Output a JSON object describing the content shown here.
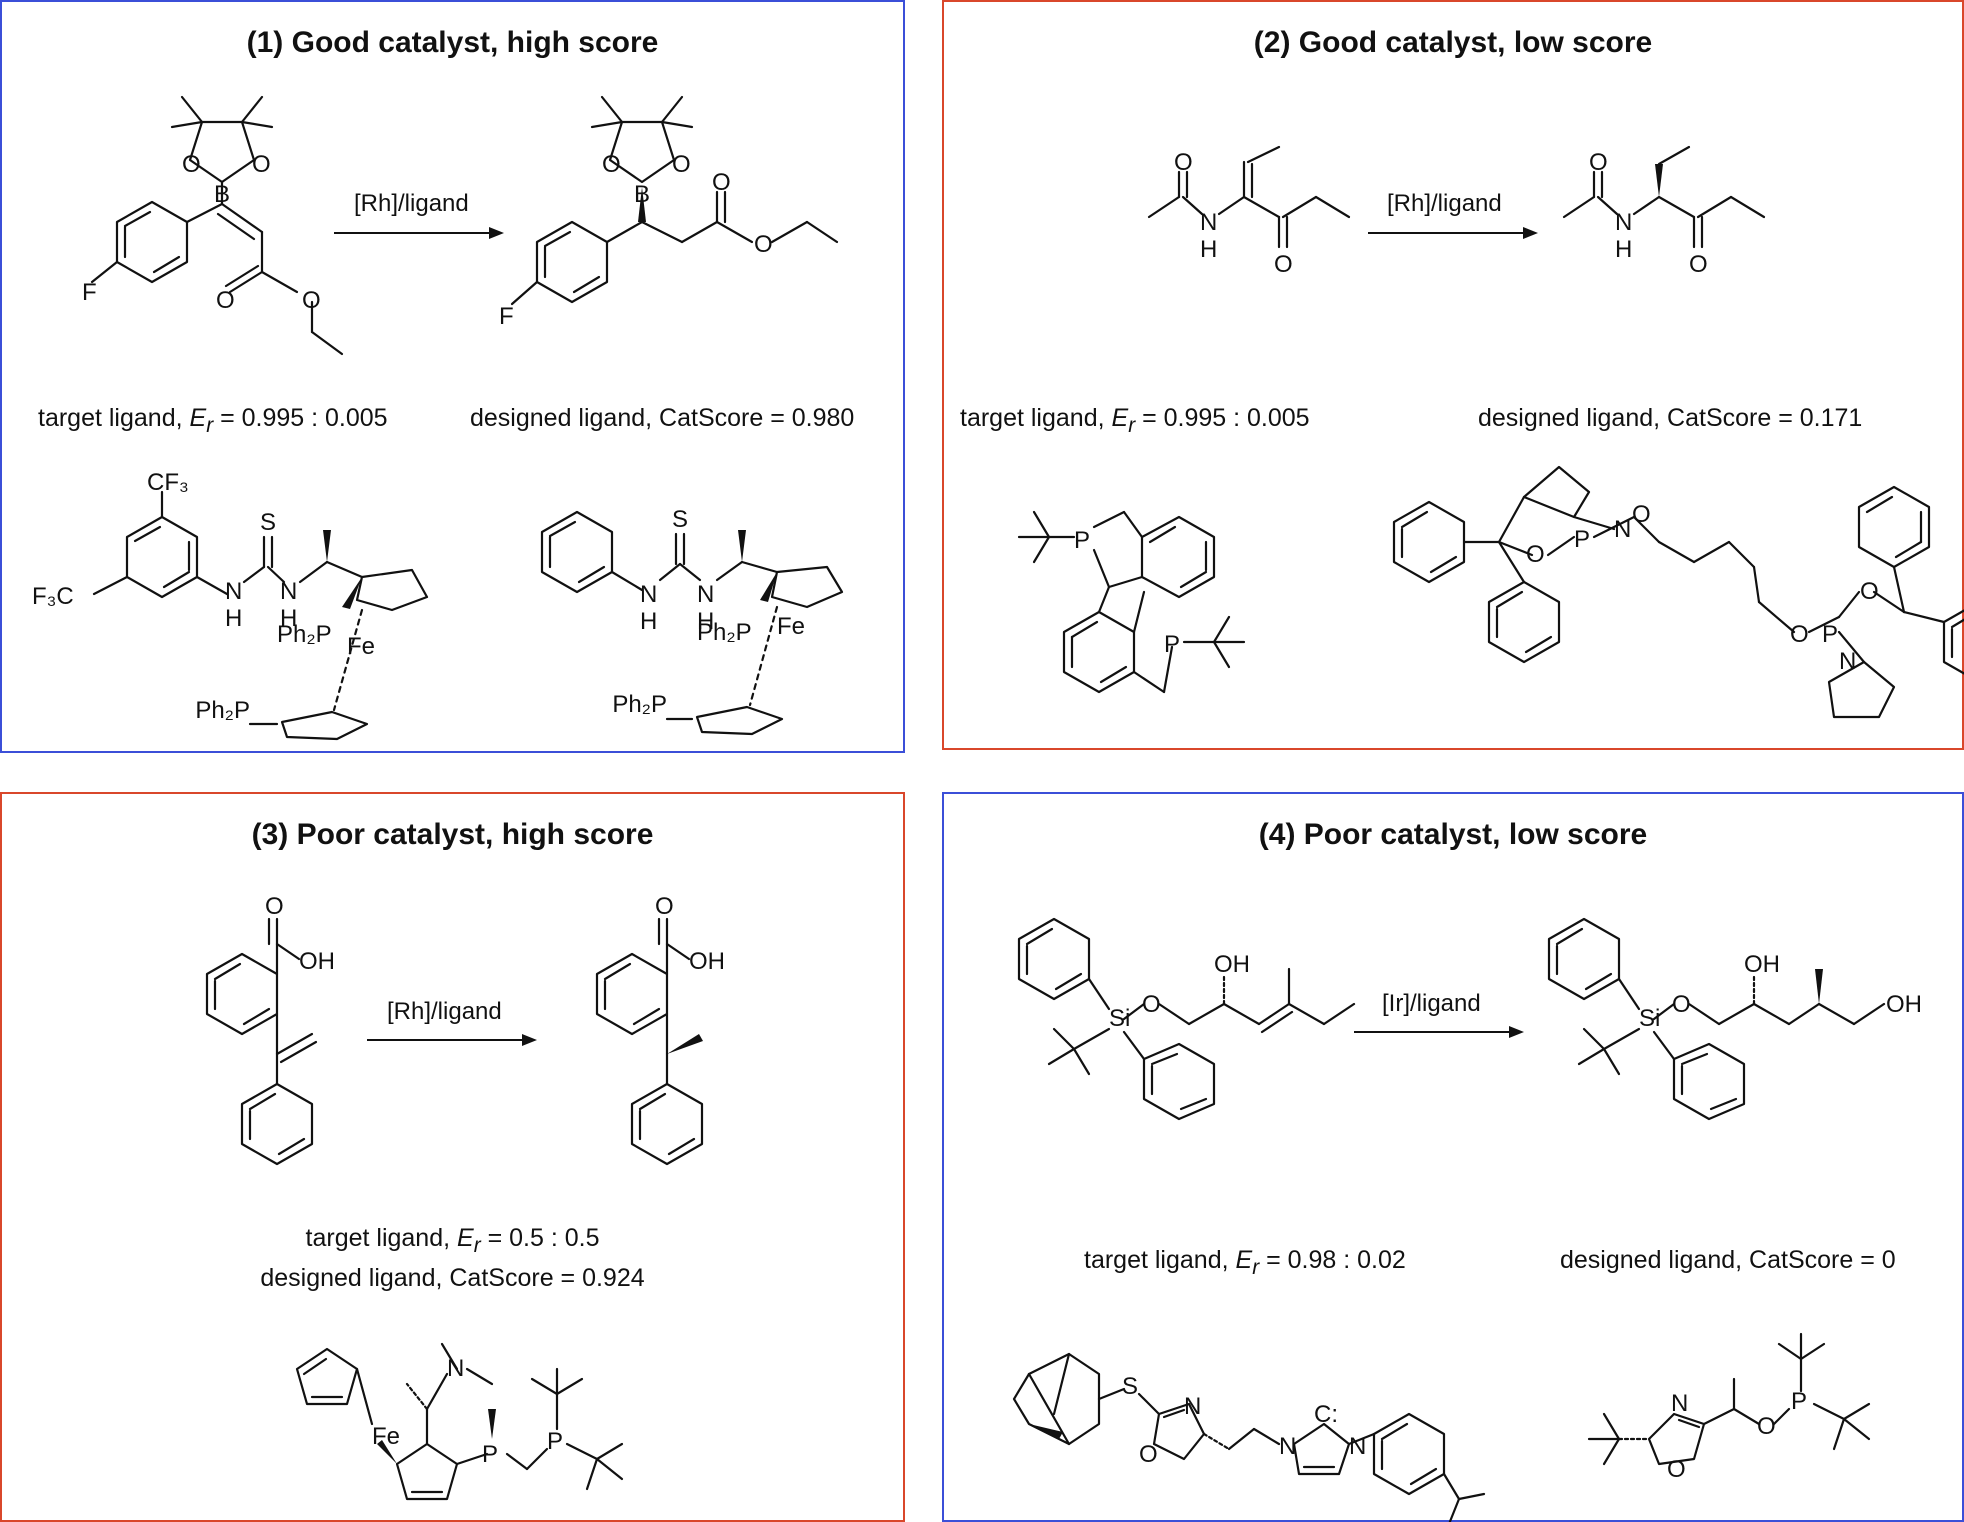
{
  "colors": {
    "good": "#3b4fd8",
    "bad": "#d9472b"
  },
  "reagent": {
    "rh": "[Rh]/ligand",
    "ir": "[Ir]/ligand"
  },
  "atoms": {
    "O": "O",
    "B": "B",
    "F": "F",
    "N": "N",
    "H": "H",
    "S": "S",
    "P": "P",
    "Fe": "Fe",
    "Si": "Si",
    "OH": "OH",
    "Ph2P": "Ph₂P",
    "CF3": "CF₃",
    "F3C": "F₃C",
    "C": "C:"
  },
  "panels": [
    {
      "title": "(1) Good catalyst, high score",
      "target_prefix": "target ligand, ",
      "target_var": "E",
      "target_sub": "r",
      "target_value": " = 0.995 : 0.005",
      "designed": "designed ligand, CatScore = 0.980"
    },
    {
      "title": "(2) Good catalyst, low score",
      "target_prefix": "target ligand, ",
      "target_var": "E",
      "target_sub": "r",
      "target_value": " = 0.995 : 0.005",
      "designed": "designed ligand, CatScore = 0.171"
    },
    {
      "title": "(3) Poor catalyst, high score",
      "target_prefix": "target ligand, ",
      "target_var": "E",
      "target_sub": "r",
      "target_value": " = 0.5 : 0.5",
      "designed": "designed ligand, CatScore = 0.924"
    },
    {
      "title": "(4) Poor catalyst, low score",
      "target_prefix": "target ligand, ",
      "target_var": "E",
      "target_sub": "r",
      "target_value": " = 0.98 : 0.02",
      "designed": "designed ligand, CatScore = 0"
    }
  ]
}
